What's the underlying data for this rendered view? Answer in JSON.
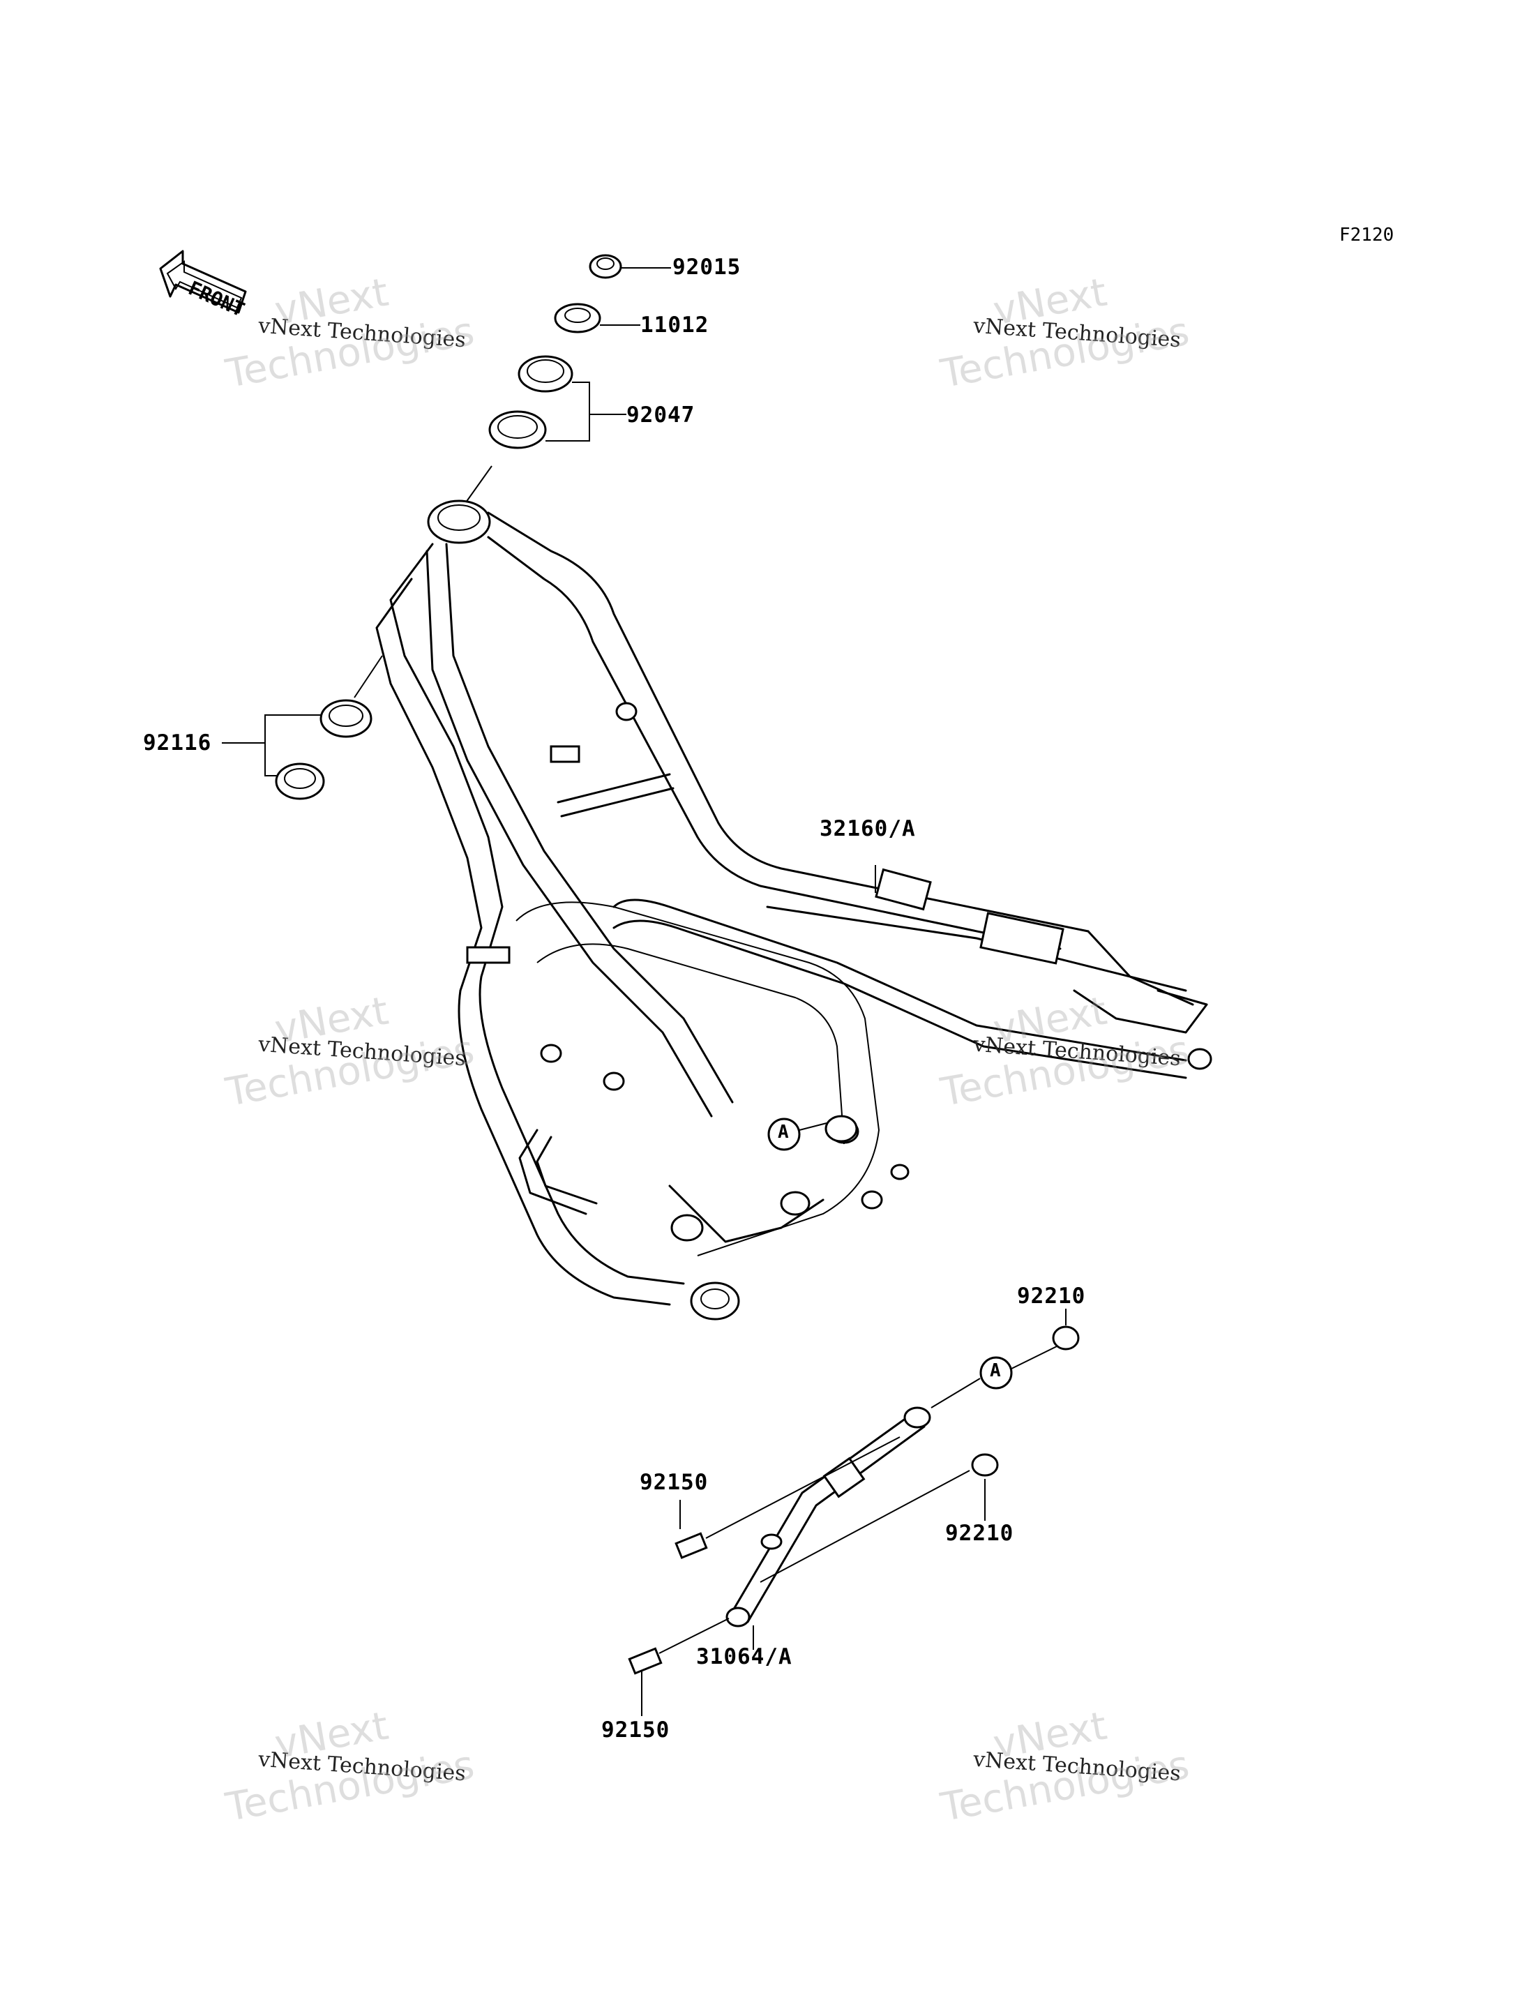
{
  "diagram_code": "F2120",
  "front_arrow": {
    "label": "FRONT",
    "icon": "front-arrow-icon"
  },
  "watermark": {
    "small": "vNext Technologies",
    "big_line1": "vNext",
    "big_line2": "Technologies"
  },
  "parts": {
    "p92015": "92015",
    "p11012": "11012",
    "p92047": "92047",
    "p92116": "92116",
    "p32160": "32160/A",
    "p92210_top": "92210",
    "p92150_top": "92150",
    "p92210_mid": "92210",
    "p31064": "31064/A",
    "p92150_bot": "92150"
  },
  "ref_markers": {
    "frame": "A",
    "stay": "A"
  }
}
